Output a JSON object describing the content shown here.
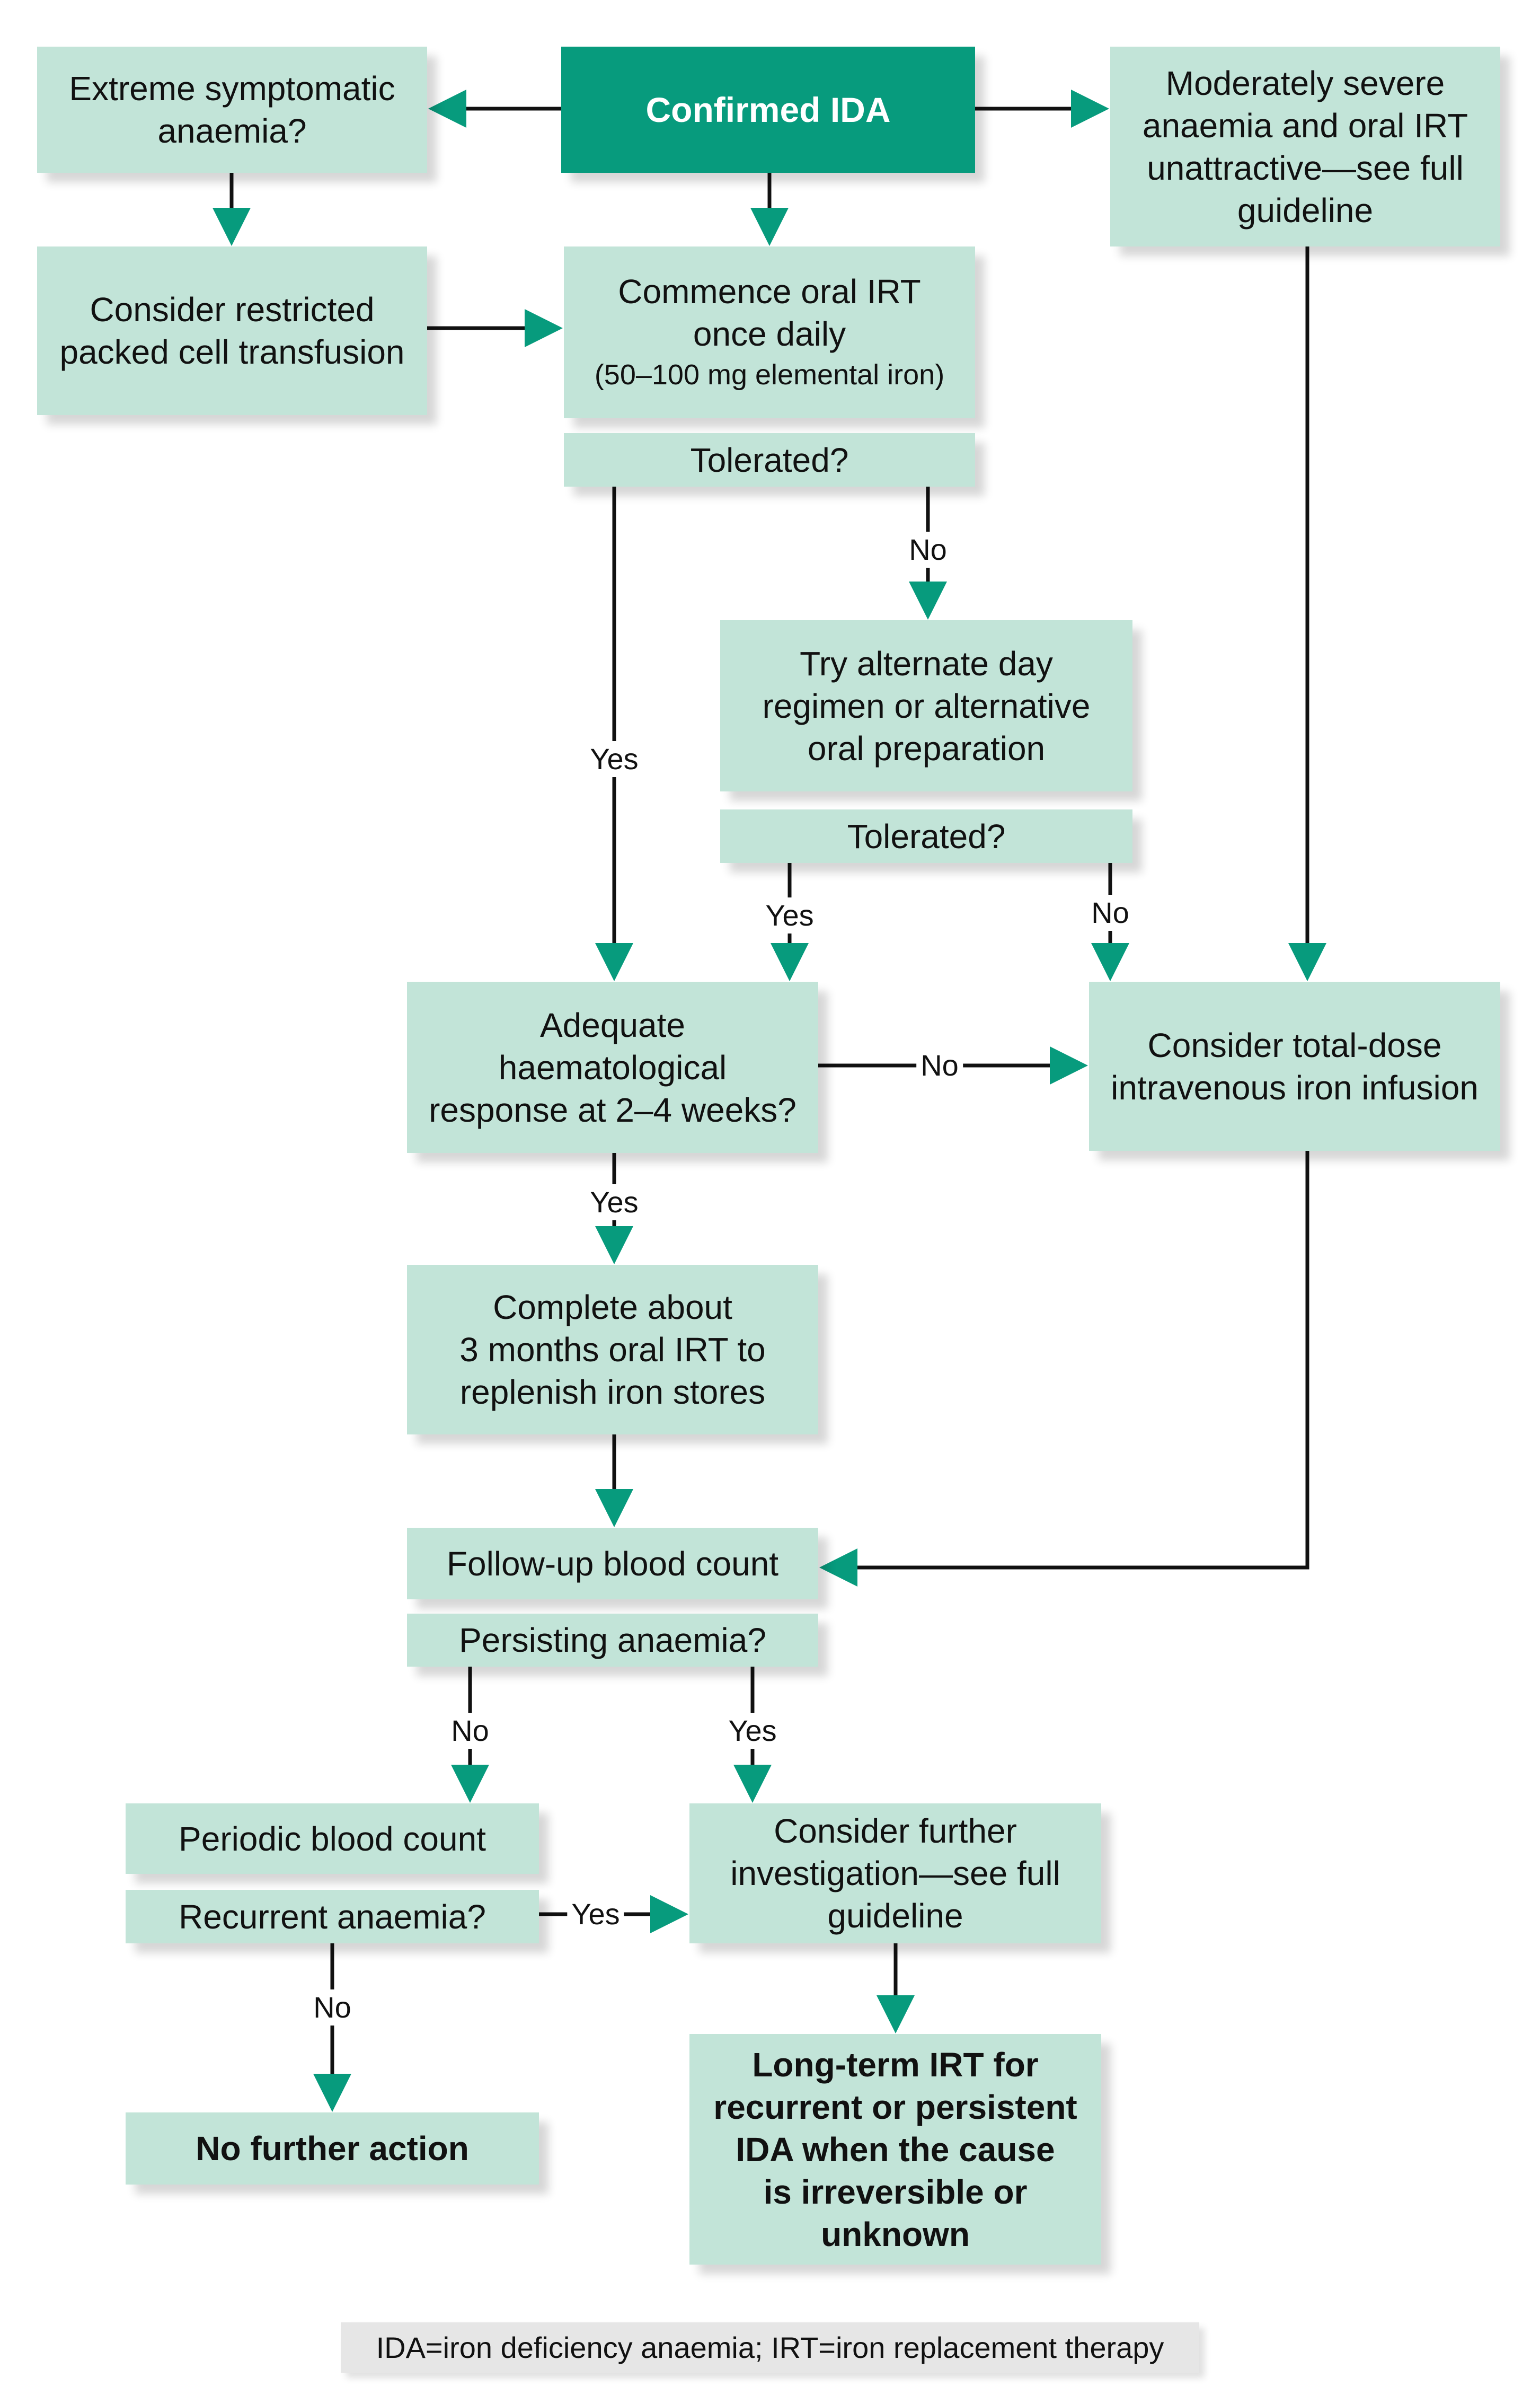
{
  "nodes": {
    "extreme": [
      "Extreme symptomatic",
      "anaemia?"
    ],
    "confirmed": [
      "Confirmed IDA"
    ],
    "moderate": [
      "Moderately severe",
      "anaemia and oral IRT",
      "unattractive—see full",
      "guideline"
    ],
    "restricted": [
      "Consider restricted",
      "packed cell transfusion"
    ],
    "commence": [
      "Commence oral IRT",
      "once daily"
    ],
    "commence_dose": "(50–100 mg elemental iron)",
    "tolerated1": "Tolerated?",
    "alternate": [
      "Try alternate day",
      "regimen or alternative",
      "oral preparation"
    ],
    "tolerated2": "Tolerated?",
    "adequate": [
      "Adequate",
      "haematological",
      "response at 2–4 weeks?"
    ],
    "total_dose": [
      "Consider total-dose",
      "intravenous iron infusion"
    ],
    "complete": [
      "Complete about",
      "3 months oral IRT to",
      "replenish iron stores"
    ],
    "followup": "Follow-up blood count",
    "persisting": "Persisting anaemia?",
    "periodic": "Periodic blood count",
    "recurrent": "Recurrent anaemia?",
    "further": [
      "Consider further",
      "investigation—see full",
      "guideline"
    ],
    "no_action": "No further action",
    "longterm": [
      "Long-term IRT for",
      "recurrent or persistent",
      "IDA when the cause",
      "is irreversible or",
      "unknown"
    ]
  },
  "edge_labels": {
    "tol1_no": "No",
    "tol1_yes": "Yes",
    "tol2_yes": "Yes",
    "tol2_no": "No",
    "adequate_no": "No",
    "adequate_yes": "Yes",
    "persist_no": "No",
    "persist_yes": "Yes",
    "recurrent_yes": "Yes",
    "recurrent_no": "No"
  },
  "footnote": "IDA=iron deficiency anaemia; IRT=iron replacement therapy",
  "colors": {
    "box_fill": "#c2e4d8",
    "accent_fill": "#079b7d",
    "arrowhead": "#079b7d",
    "line": "#111111",
    "footnote_fill": "#e6e6e6"
  }
}
